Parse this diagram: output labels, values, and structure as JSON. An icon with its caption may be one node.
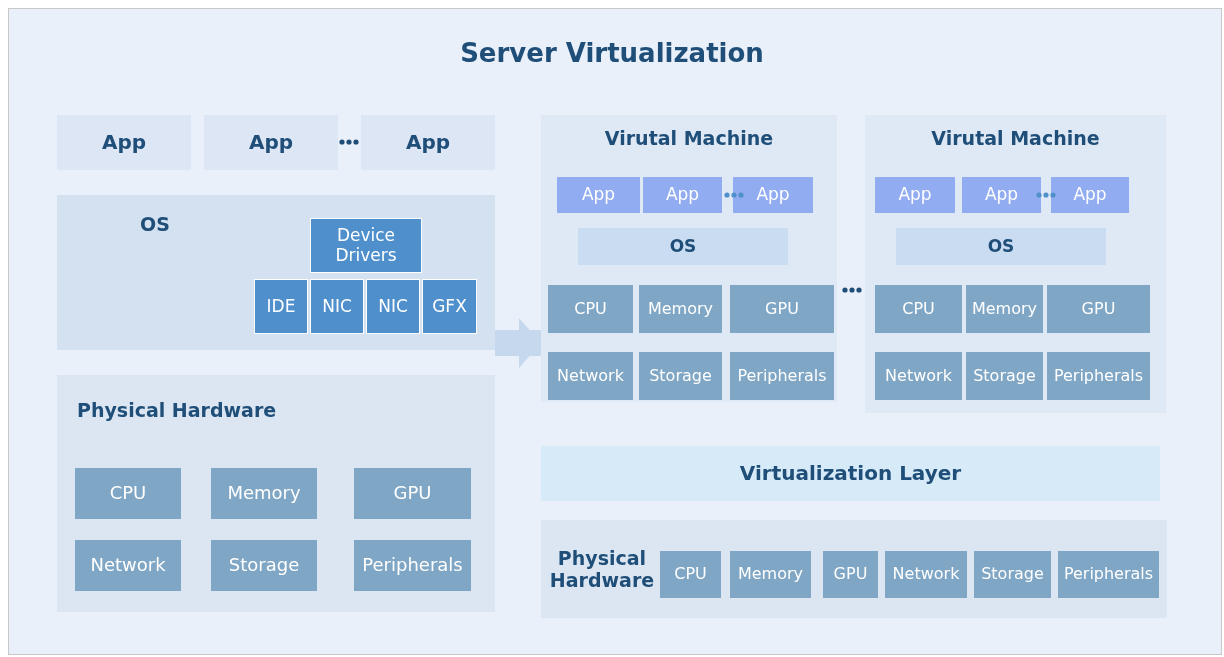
{
  "diagram": {
    "title": "Server Virtualization",
    "nodes": [
      {
        "text": [
          "App"
        ]
      },
      {
        "text": [
          "App"
        ]
      },
      {
        "text": [
          "App"
        ]
      },
      {
        "text": [
          "OS"
        ]
      },
      {
        "text": [
          "Device Drivers"
        ],
        "in": 3
      },
      {
        "text": [
          "IDE"
        ],
        "in": 3
      },
      {
        "text": [
          "NIC"
        ],
        "in": 3
      },
      {
        "text": [
          "NIC"
        ],
        "in": 3
      },
      {
        "text": [
          "GFX"
        ],
        "in": 3
      },
      {
        "text": [
          "Physical Hardware"
        ]
      },
      {
        "text": [
          "CPU"
        ],
        "in": 9
      },
      {
        "text": [
          "Memory"
        ],
        "in": 9
      },
      {
        "text": [
          "GPU"
        ],
        "in": 9
      },
      {
        "text": [
          "Network"
        ],
        "in": 9
      },
      {
        "text": [
          "Storage"
        ],
        "in": 9
      },
      {
        "text": [
          "Peripherals"
        ],
        "in": 9
      },
      {
        "text": [
          "Virutal Machine"
        ]
      },
      {
        "text": [
          "App"
        ],
        "in": 16
      },
      {
        "text": [
          "App"
        ],
        "in": 16
      },
      {
        "text": [
          "App"
        ],
        "in": 16
      },
      {
        "text": [
          "OS"
        ],
        "in": 16
      },
      {
        "text": [
          "CPU"
        ],
        "in": 16
      },
      {
        "text": [
          "Memory"
        ],
        "in": 16
      },
      {
        "text": [
          "GPU"
        ],
        "in": 16
      },
      {
        "text": [
          "Network"
        ],
        "in": 16
      },
      {
        "text": [
          "Storage"
        ],
        "in": 16
      },
      {
        "text": [
          "Peripherals"
        ],
        "in": 16
      },
      {
        "text": [
          "Virutal Machine"
        ]
      },
      {
        "text": [
          "App"
        ],
        "in": 27
      },
      {
        "text": [
          "App"
        ],
        "in": 27
      },
      {
        "text": [
          "App"
        ],
        "in": 27
      },
      {
        "text": [
          "OS"
        ],
        "in": 27
      },
      {
        "text": [
          "CPU"
        ],
        "in": 27
      },
      {
        "text": [
          "Memory"
        ],
        "in": 27
      },
      {
        "text": [
          "GPU"
        ],
        "in": 27
      },
      {
        "text": [
          "Network"
        ],
        "in": 27
      },
      {
        "text": [
          "Storage"
        ],
        "in": 27
      },
      {
        "text": [
          "Peripherals"
        ],
        "in": 27
      },
      {
        "text": [
          "Virtualization Layer"
        ]
      },
      {
        "text": [
          "Physical Hardware"
        ]
      },
      {
        "text": [
          "CPU"
        ],
        "in": 39
      },
      {
        "text": [
          "Memory"
        ],
        "in": 39
      },
      {
        "text": [
          "GPU"
        ],
        "in": 39
      },
      {
        "text": [
          "Network"
        ],
        "in": 39
      },
      {
        "text": [
          "Storage"
        ],
        "in": 39
      },
      {
        "text": [
          "Peripherals"
        ],
        "in": 39
      }
    ],
    "edges": [
      {
        "from": 3,
        "to": 16,
        "arrow": "to"
      }
    ]
  }
}
